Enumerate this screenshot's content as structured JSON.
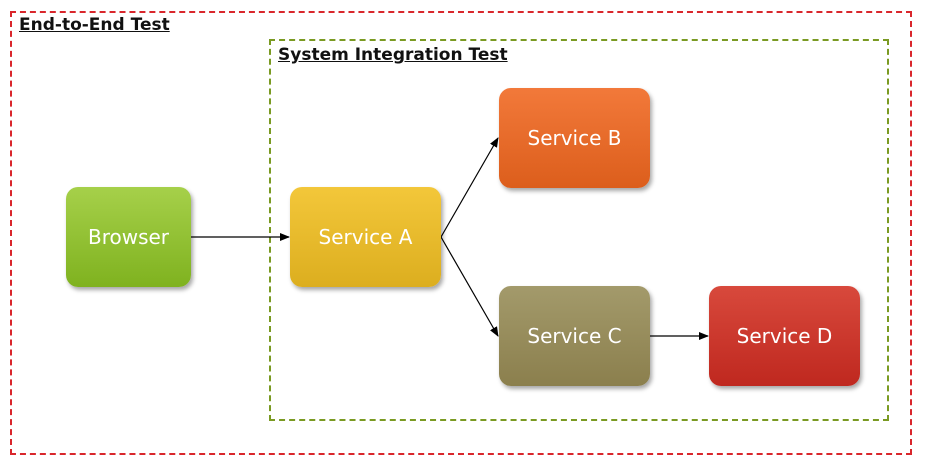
{
  "diagram": {
    "boundaries": [
      {
        "id": "outer",
        "label": "End-to-End Test",
        "color": "#d9262c"
      },
      {
        "id": "inner",
        "label": "System Integration Test",
        "color": "#7a9a22"
      }
    ],
    "nodes": {
      "browser": {
        "label": "Browser",
        "color": "#8cbf2a"
      },
      "service_a": {
        "label": "Service A",
        "color": "#e8bb2a"
      },
      "service_b": {
        "label": "Service B",
        "color": "#e86a2a"
      },
      "service_c": {
        "label": "Service C",
        "color": "#958a5a"
      },
      "service_d": {
        "label": "Service D",
        "color": "#cc3428"
      }
    },
    "edges": [
      {
        "from": "browser",
        "to": "service_a"
      },
      {
        "from": "service_a",
        "to": "service_b"
      },
      {
        "from": "service_a",
        "to": "service_c"
      },
      {
        "from": "service_c",
        "to": "service_d"
      }
    ]
  }
}
